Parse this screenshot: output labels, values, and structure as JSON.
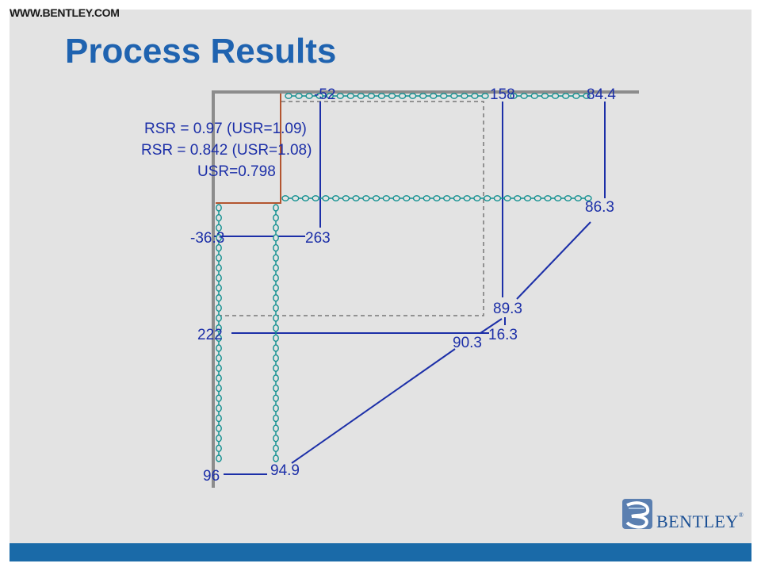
{
  "header": {
    "site_url": "WWW.BENTLEY.COM",
    "title": "Process Results"
  },
  "diagram": {
    "annotations": [
      "RSR = 0.97 (USR=1.09)",
      "RSR = 0.842 (USR=1.08)",
      "USR=0.798"
    ],
    "member_labels": [
      "-52",
      "158",
      "84.4",
      "86.3",
      "-36.3",
      "263",
      "89.3",
      "222",
      "90.3",
      "16.3",
      "96",
      "94.9"
    ]
  },
  "logo": {
    "text": "BENTLEY",
    "registered": "®"
  },
  "colors": {
    "title": "#1f63b0",
    "member_line": "#1c2fa8",
    "dotted_member": "#119090",
    "frame": "#8c8c8c",
    "brace": "#b35530",
    "bottom_bar": "#1a6aa8"
  }
}
